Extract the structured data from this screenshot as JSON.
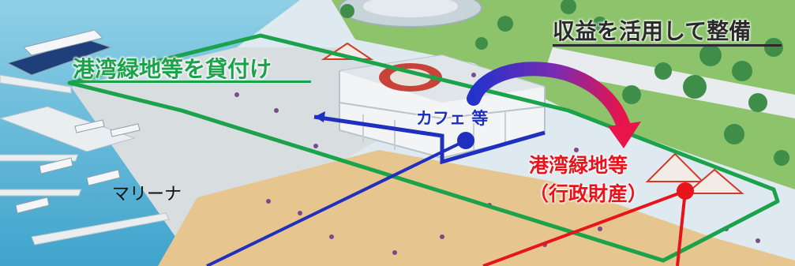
{
  "title": "収益を活用して整備",
  "lending_label": "港湾緑地等を貸付け",
  "cafe_label": "カフェ 等",
  "green_area_label_line1": "港湾緑地等",
  "green_area_label_line2": "（行政財産）",
  "marina_label": "マリーナ",
  "colors": {
    "lending_green": "#1aa34a",
    "cafe_blue": "#1f2fbe",
    "asset_red": "#e8141c",
    "sea": "#5fb8d8",
    "sand": "#e6c58e",
    "grass": "#8cc36b"
  }
}
